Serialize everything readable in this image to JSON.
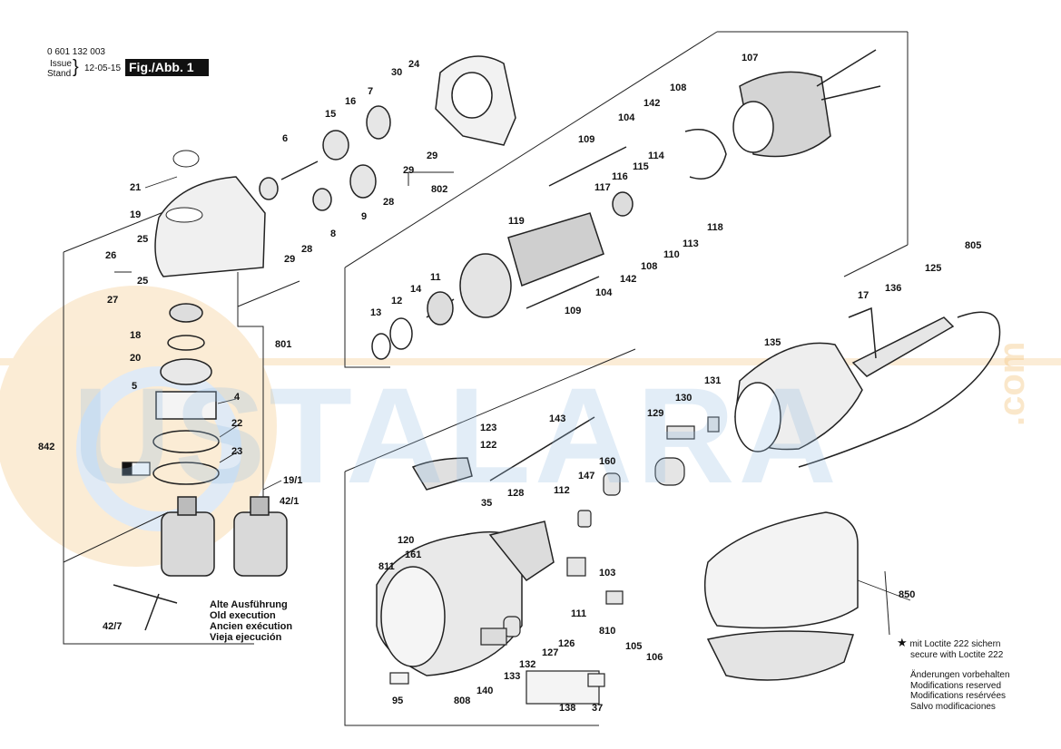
{
  "header": {
    "part_number": "0 601 132 003",
    "issue_label": "Issue",
    "stand_label": "Stand",
    "date": "12-05-15",
    "figure": "Fig./Abb. 1"
  },
  "watermark": {
    "brand": "USTALARA",
    "suffix": ".com"
  },
  "parts": [
    "21",
    "19",
    "25",
    "26",
    "27",
    "25",
    "18",
    "20",
    "5",
    "4",
    "22",
    "23",
    "842",
    "19/1",
    "42/1",
    "42/7",
    "29",
    "28",
    "8",
    "9",
    "28",
    "29",
    "29",
    "802",
    "801",
    "6",
    "15",
    "16",
    "7",
    "30",
    "24",
    "119",
    "13",
    "12",
    "14",
    "11",
    "109",
    "104",
    "142",
    "108",
    "110",
    "113",
    "117",
    "116",
    "115",
    "114",
    "118",
    "109",
    "104",
    "142",
    "108",
    "107",
    "143",
    "123",
    "122",
    "35",
    "120",
    "161",
    "811",
    "808",
    "95",
    "140",
    "128",
    "112",
    "147",
    "160",
    "133",
    "132",
    "127",
    "126",
    "111",
    "103",
    "810",
    "105",
    "106",
    "138",
    "37",
    "129",
    "130",
    "131",
    "135",
    "17",
    "136",
    "125",
    "805",
    "850"
  ],
  "old_version_note": [
    "Alte Ausführung",
    "Old execution",
    "Ancien exécution",
    "Vieja ejecución"
  ],
  "loctite_note": [
    "mit Loctite 222 sichern",
    "secure with Loctite 222"
  ],
  "changes_note": [
    "Änderungen vorbehalten",
    "Modifications reserved",
    "Modifications resérvées",
    "Salvo modificaciones"
  ]
}
